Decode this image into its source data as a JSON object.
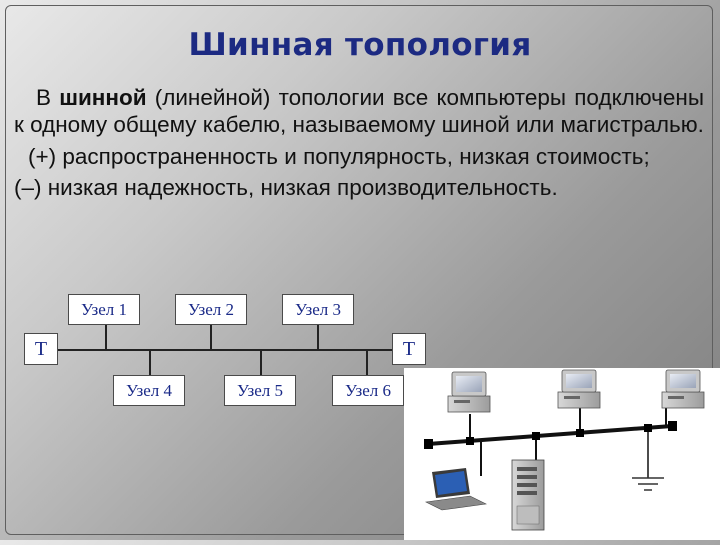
{
  "slide": {
    "title": "Шинная топология",
    "intro_prefix": "В ",
    "intro_bold": "шинной",
    "intro_rest": " (линейной) топологии все компьютеры подключены к одному общему кабелю, называемому шиной или магистралью.",
    "pros": "(+) распространенность и популярность, низкая стоимость;",
    "cons": "(–) низкая надежность, низкая производительность."
  },
  "diagram": {
    "top_nodes": [
      "Узел 1",
      "Узел 2",
      "Узел 3"
    ],
    "bottom_nodes": [
      "Узел 4",
      "Узел 5",
      "Узел 6"
    ],
    "terminator_left": "Т",
    "terminator_right": "Т"
  },
  "colors": {
    "title": "#1c2a82",
    "node_text": "#1a2a88",
    "bus_line": "#222222"
  },
  "icons": [
    "desktop-computer-icon",
    "laptop-icon",
    "server-tower-icon",
    "ground-icon"
  ]
}
